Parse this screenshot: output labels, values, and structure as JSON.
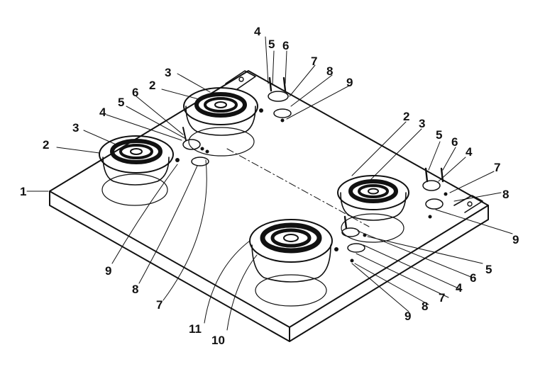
{
  "diagram": {
    "labels": [
      "1",
      "2",
      "3",
      "4",
      "5",
      "6",
      "7",
      "8",
      "9",
      "10",
      "11"
    ]
  },
  "colors": {
    "ink": "#111111",
    "paper": "#ffffff"
  },
  "parts": [
    {
      "id": "p1",
      "label": "1"
    },
    {
      "id": "p2a",
      "label": "2"
    },
    {
      "id": "p3a",
      "label": "3"
    },
    {
      "id": "p2b",
      "label": "2"
    },
    {
      "id": "p3b",
      "label": "3"
    },
    {
      "id": "p6a",
      "label": "6"
    },
    {
      "id": "p5a",
      "label": "5"
    },
    {
      "id": "p4a",
      "label": "4"
    },
    {
      "id": "p4b",
      "label": "4"
    },
    {
      "id": "p5b",
      "label": "5"
    },
    {
      "id": "p6b",
      "label": "6"
    },
    {
      "id": "p7a",
      "label": "7"
    },
    {
      "id": "p8a",
      "label": "8"
    },
    {
      "id": "p9a",
      "label": "9"
    },
    {
      "id": "p2c",
      "label": "2"
    },
    {
      "id": "p3c",
      "label": "3"
    },
    {
      "id": "p5c",
      "label": "5"
    },
    {
      "id": "p6c",
      "label": "6"
    },
    {
      "id": "p4c",
      "label": "4"
    },
    {
      "id": "p7b",
      "label": "7"
    },
    {
      "id": "p8b",
      "label": "8"
    },
    {
      "id": "p9b",
      "label": "9"
    },
    {
      "id": "p9c",
      "label": "9"
    },
    {
      "id": "p8c",
      "label": "8"
    },
    {
      "id": "p7c",
      "label": "7"
    },
    {
      "id": "p5d",
      "label": "5"
    },
    {
      "id": "p6d",
      "label": "6"
    },
    {
      "id": "p4d",
      "label": "4"
    },
    {
      "id": "p7d",
      "label": "7"
    },
    {
      "id": "p8d",
      "label": "8"
    },
    {
      "id": "p9d",
      "label": "9"
    },
    {
      "id": "p10",
      "label": "10"
    },
    {
      "id": "p11",
      "label": "11"
    }
  ]
}
